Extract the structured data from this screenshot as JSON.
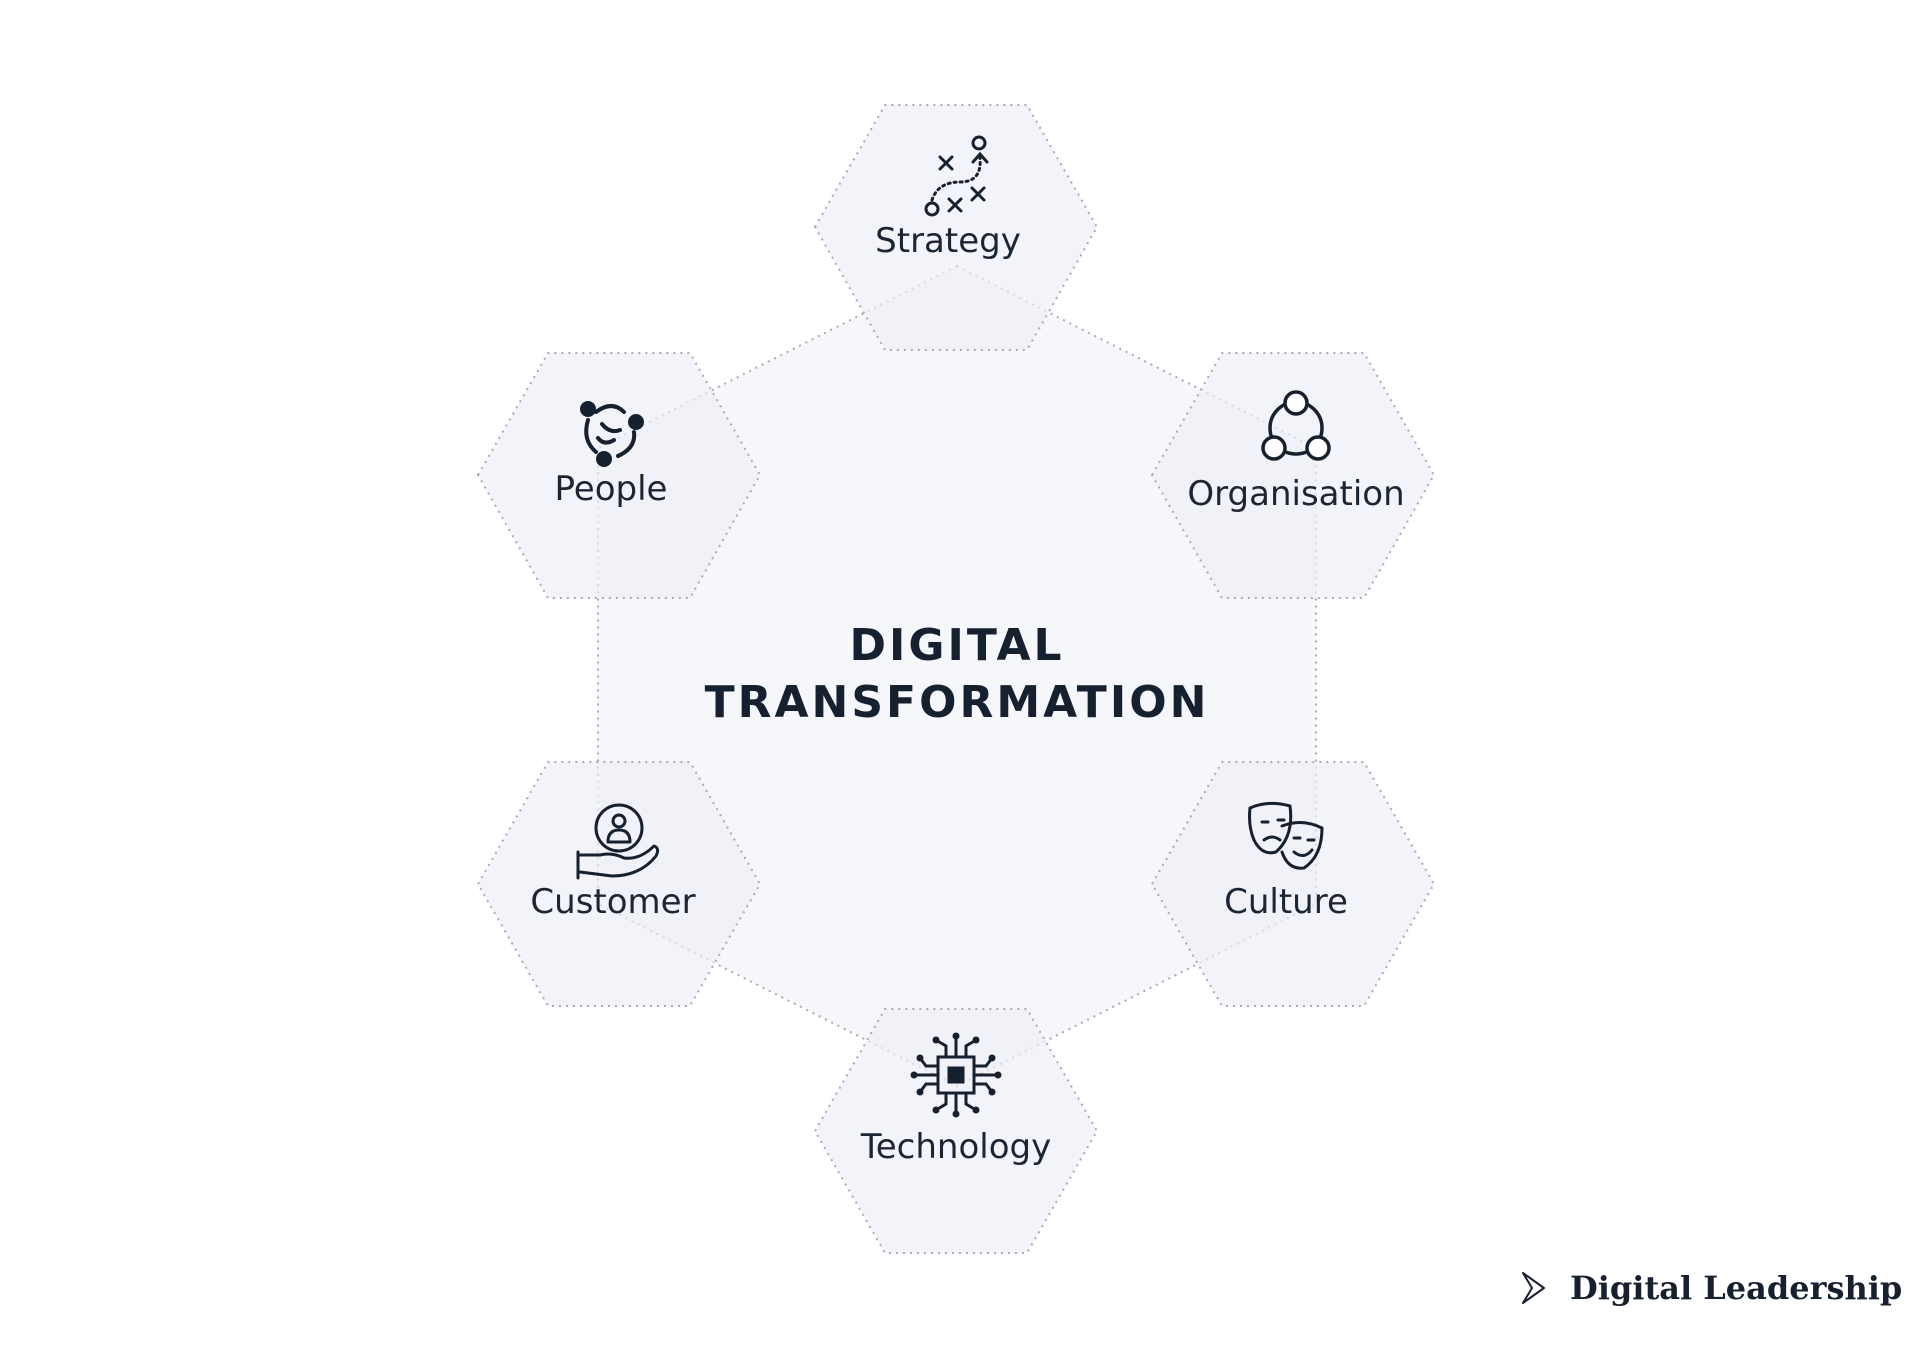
{
  "center": {
    "title_line1": "DIGITAL",
    "title_line2": "TRANSFORMATION"
  },
  "nodes": [
    {
      "id": "strategy",
      "label": "Strategy",
      "icon": "strategy-play-icon"
    },
    {
      "id": "organisation",
      "label": "Organisation",
      "icon": "network-circle-icon"
    },
    {
      "id": "culture",
      "label": "Culture",
      "icon": "theater-masks-icon"
    },
    {
      "id": "technology",
      "label": "Technology",
      "icon": "microchip-icon"
    },
    {
      "id": "customer",
      "label": "Customer",
      "icon": "hand-person-icon"
    },
    {
      "id": "people",
      "label": "People",
      "icon": "people-cycle-icon"
    }
  ],
  "brand": {
    "name": "Digital Leadership",
    "icon": "chevron-outline-icon"
  },
  "colors": {
    "fill": "#f2f3f8",
    "stroke": "#a9abb5",
    "text": "#16202e"
  }
}
